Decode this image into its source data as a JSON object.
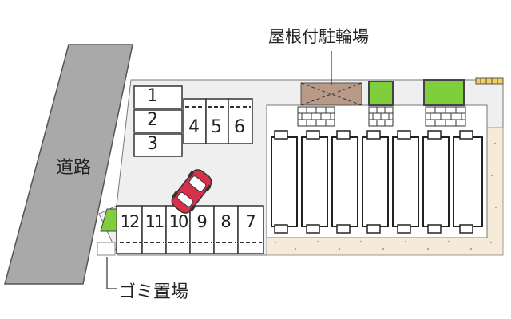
{
  "labels": {
    "road": "道路",
    "bike_parking": "屋根付駐輪場",
    "garbage": "ゴミ置場"
  },
  "parking": {
    "top_left": [
      "1",
      "2",
      "3"
    ],
    "top_right": [
      "4",
      "5",
      "6"
    ],
    "bottom": [
      "12",
      "11",
      "10",
      "9",
      "8",
      "7"
    ]
  },
  "colors": {
    "road": "#a9a9a9",
    "lot": "#efefef",
    "sand": "#f6ead8",
    "bush": "#7fcf3c",
    "car": "#d8304a",
    "bike_roof": "#b89a86"
  }
}
